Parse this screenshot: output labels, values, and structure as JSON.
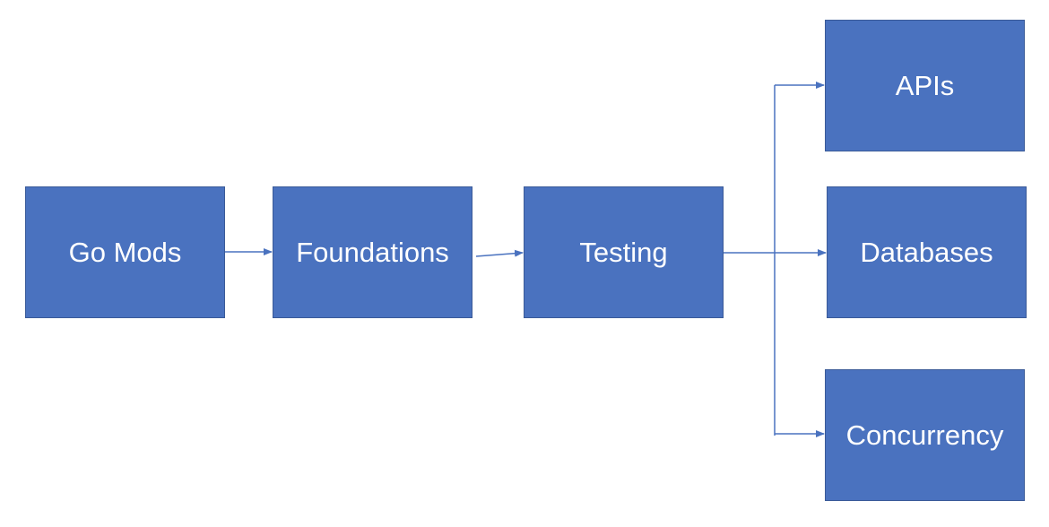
{
  "diagram": {
    "nodes": [
      {
        "id": "go-mods",
        "label": "Go Mods"
      },
      {
        "id": "foundations",
        "label": "Foundations"
      },
      {
        "id": "testing",
        "label": "Testing"
      },
      {
        "id": "apis",
        "label": "APIs"
      },
      {
        "id": "databases",
        "label": "Databases"
      },
      {
        "id": "concurrency",
        "label": "Concurrency"
      }
    ],
    "edges": [
      {
        "from": "go-mods",
        "to": "foundations"
      },
      {
        "from": "foundations",
        "to": "testing"
      },
      {
        "from": "testing",
        "to": "apis"
      },
      {
        "from": "testing",
        "to": "databases"
      },
      {
        "from": "testing",
        "to": "concurrency"
      }
    ],
    "colors": {
      "node_fill": "#4a72bf",
      "node_border": "#3a5a98",
      "connector": "#4a72bf",
      "label_text": "#ffffff"
    }
  }
}
